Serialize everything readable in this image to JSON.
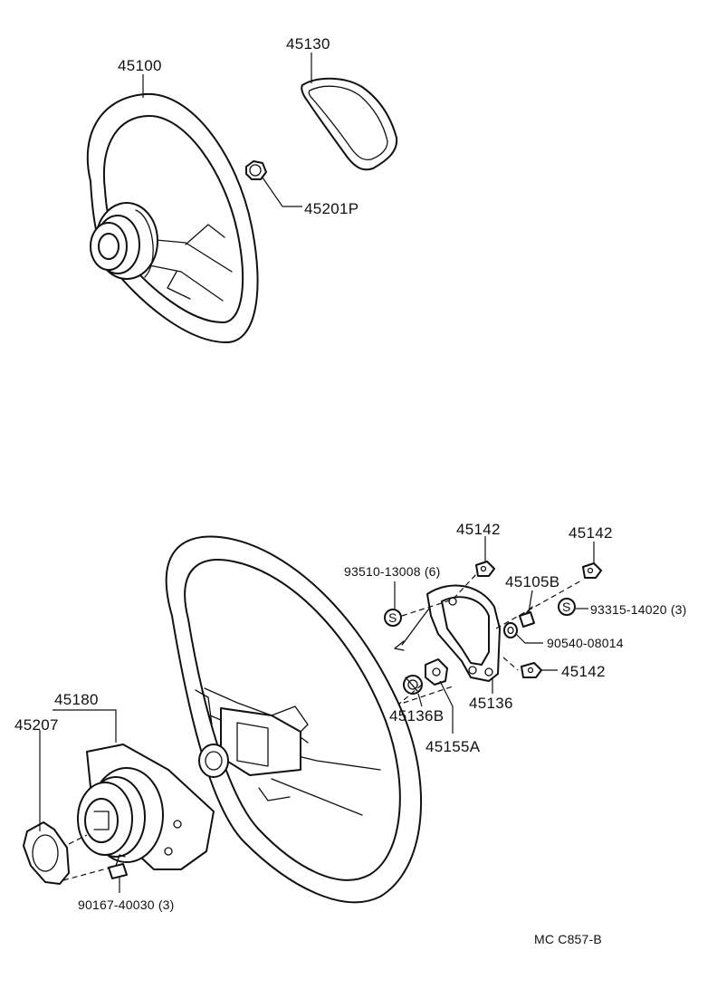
{
  "diagram": {
    "code": "MC C857-B",
    "upper_assembly": {
      "steering_wheel_label": "45100",
      "pad_label": "45130",
      "nut_label": "45201P"
    },
    "lower_assembly": {
      "hub_label": "45180",
      "plate_label": "45207",
      "hub_screw_label": "90167-40030 (3)",
      "screw_left_label": "93510-13008 (6)",
      "screw_right_label": "93315-14020 (3)",
      "screw_symbol": "S",
      "bracket_label": "45105B",
      "washer_label": "90540-08014",
      "contact_plate_label": "45136",
      "spring_label": "45136B",
      "cam_label": "45155A",
      "horn_contact_top_label": "45142",
      "horn_contact_top_right_label": "45142",
      "horn_contact_right_label": "45142"
    }
  }
}
